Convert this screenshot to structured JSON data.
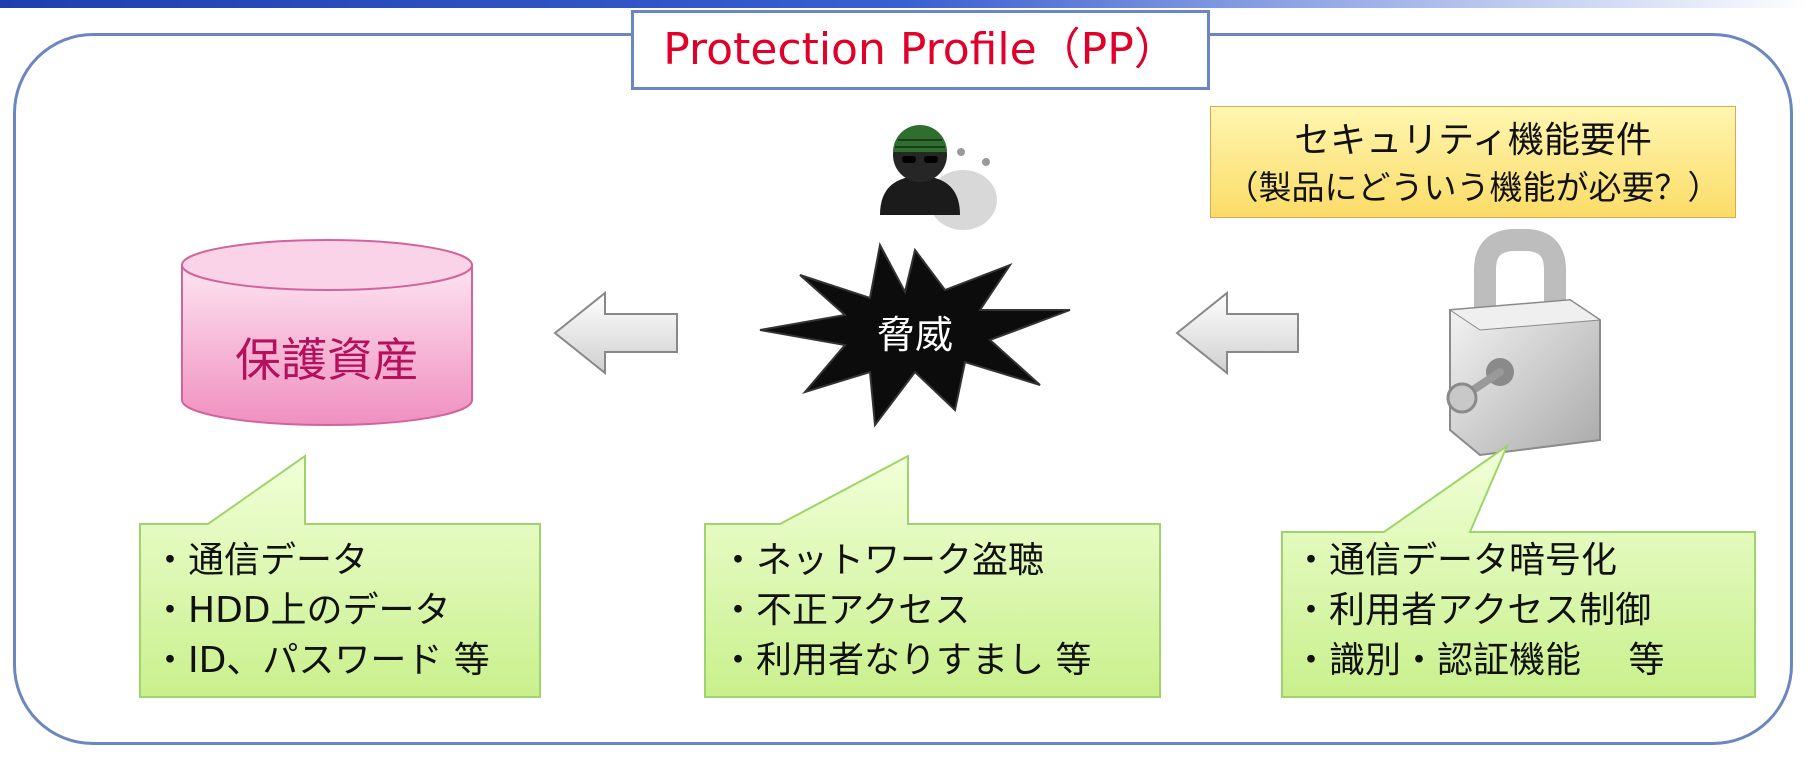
{
  "title": "Protection Profile（PP）",
  "asset": {
    "label": "保護資産",
    "callout": [
      "・通信データ",
      "・HDD上のデータ",
      "・ID、パスワード 等"
    ]
  },
  "threat": {
    "label": "脅威",
    "callout": [
      "・ネットワーク盗聴",
      "・不正アクセス",
      "・利用者なりすまし 等"
    ]
  },
  "requirements": {
    "title": "セキュリティ機能要件",
    "subtitle": "（製品にどういう機能が必要？）",
    "callout": [
      "・通信データ暗号化",
      "・利用者アクセス制御",
      "・識別・認証機能　 等"
    ]
  },
  "colors": {
    "frame": "#6b86c0",
    "title_text": "#e0002a",
    "asset_text": "#b4105c",
    "callout_fill": "#d9f7a6",
    "callout_border": "#9fd36b",
    "cylinder_fill": "#f7a8cf",
    "req_fill": "#fbdc68"
  },
  "icons": [
    "hacker-icon",
    "explosion-icon",
    "padlock-icon",
    "left-arrow-icon",
    "database-cylinder-icon"
  ]
}
